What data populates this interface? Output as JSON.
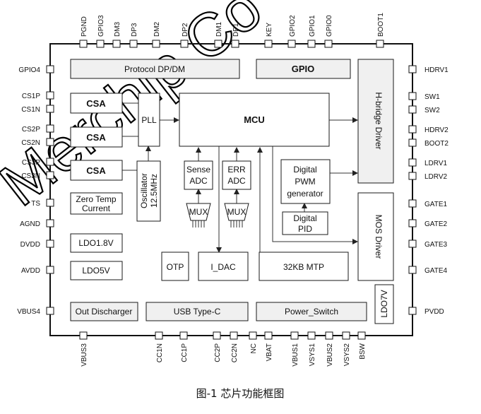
{
  "caption": "图-1 芯片功能框图",
  "watermark": "Merchip Co",
  "colors": {
    "line": "#1a1a1a",
    "fill_gray": "#f0f0f0"
  },
  "top_pins": [
    "PGND",
    "GPIO3",
    "DM3",
    "DP3",
    "DM2",
    "DP2",
    "DM1",
    "DP1",
    "KEY",
    "GPIO2",
    "GPIO1",
    "GPIO0",
    "BOOT1"
  ],
  "bottom_pins": [
    "VBUS3",
    "CC1N",
    "CC1P",
    "CC2P",
    "CC2N",
    "NC",
    "VBAT",
    "VBUS1",
    "VSYS1",
    "VBUS2",
    "VSYS2",
    "BSW"
  ],
  "left_pins": [
    "GPIO4",
    "CS1P",
    "CS1N",
    "CS2P",
    "CS2N",
    "CS3P",
    "CS3N",
    "TS",
    "AGND",
    "DVDD",
    "AVDD",
    "VBUS4"
  ],
  "right_pins": [
    "HDRV1",
    "SW1",
    "SW2",
    "HDRV2",
    "BOOT2",
    "LDRV1",
    "LDRV2",
    "GATE1",
    "GATE2",
    "GATE3",
    "GATE4",
    "PVDD"
  ],
  "blocks": {
    "protocol": "Protocol DP/DM",
    "gpio": "GPIO",
    "mcu": "MCU",
    "pll": "PLL",
    "csa1": "CSA",
    "csa2": "CSA",
    "csa3": "CSA",
    "zero_temp_1": "Zero Temp",
    "zero_temp_2": "Current",
    "osc_1": "Oscillator",
    "osc_2": "12.5MHz",
    "sense_1": "Sense",
    "sense_2": "ADC",
    "err_1": "ERR",
    "err_2": "ADC",
    "mux_1": "MUX",
    "mux_2": "MUX",
    "pwm_1": "Digital",
    "pwm_2": "PWM",
    "pwm_3": "generator",
    "pid_1": "Digital",
    "pid_2": "PID",
    "hbridge": "H-bridge Driver",
    "mos": "MOS Driver",
    "ldo18": "LDO1.8V",
    "ldo5": "LDO5V",
    "otp": "OTP",
    "idac": "I_DAC",
    "mtp": "32KB MTP",
    "ldo7": "LDO7V",
    "discharger": "Out Discharger",
    "usbc": "USB Type-C",
    "power_switch": "Power_Switch"
  }
}
